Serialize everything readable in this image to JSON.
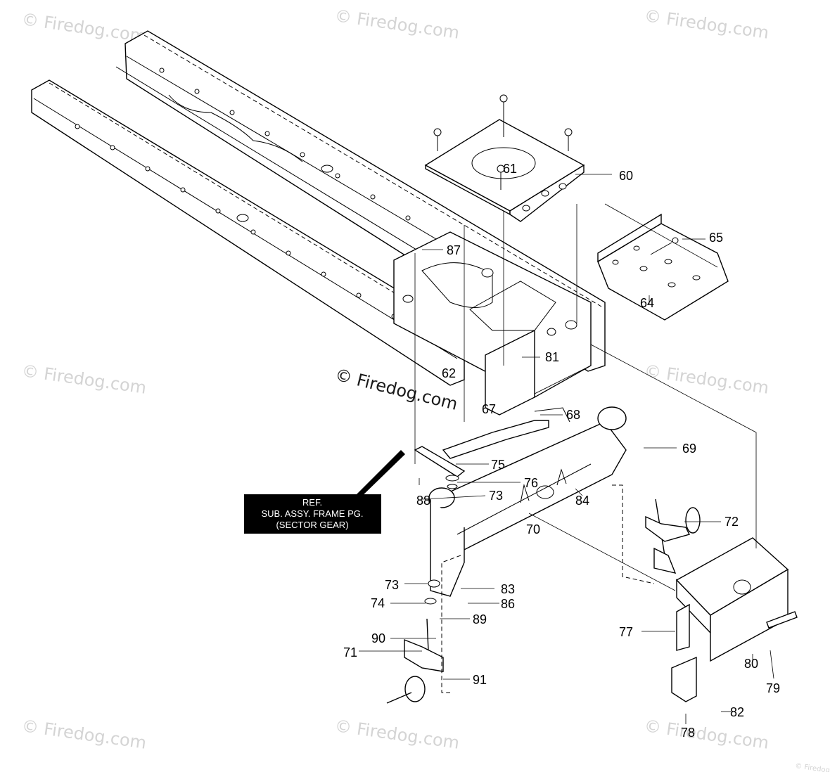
{
  "watermarks": [
    "© Firedog.com",
    "© Firedog.com",
    "© Firedog.com",
    "© Firedog.com",
    "© Firedog.com",
    "© Firedog.com",
    "© Firedog.com",
    "© Firedog.com",
    "© Firedog.com"
  ],
  "center_watermark": "© Firedog.com",
  "ref_box": {
    "line1": "REF.",
    "line2": "SUB. ASSY. FRAME PG.",
    "line3": "(SECTOR GEAR)"
  },
  "callouts": {
    "c60": "60",
    "c61": "61",
    "c62": "62",
    "c64": "64",
    "c65": "65",
    "c67": "67",
    "c68": "68",
    "c69": "69",
    "c70": "70",
    "c71": "71",
    "c72": "72",
    "c73a": "73",
    "c73b": "73",
    "c74": "74",
    "c75": "75",
    "c76": "76",
    "c77": "77",
    "c78": "78",
    "c79": "79",
    "c80": "80",
    "c81": "81",
    "c82": "82",
    "c83": "83",
    "c84": "84",
    "c86": "86",
    "c87": "87",
    "c88": "88",
    "c89": "89",
    "c90": "90",
    "c91": "91"
  }
}
